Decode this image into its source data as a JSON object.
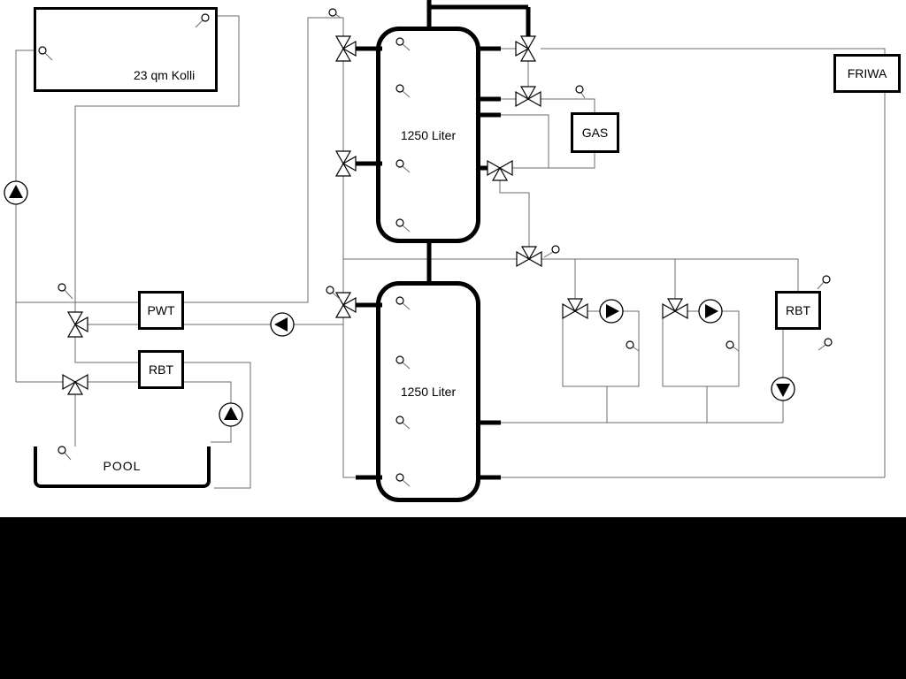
{
  "diagram": {
    "components": {
      "collector": {
        "label": "23 qm Kolli"
      },
      "buffer_tank_top": {
        "label": "1250 Liter"
      },
      "buffer_tank_bottom": {
        "label": "1250 Liter"
      },
      "pwt": {
        "label": "PWT"
      },
      "rbt_left": {
        "label": "RBT"
      },
      "rbt_right": {
        "label": "RBT"
      },
      "gas_boiler": {
        "label": "GAS"
      },
      "friwa": {
        "label": "FRIWA"
      },
      "pool": {
        "label": "POOL"
      }
    },
    "colors": {
      "pipe_thin": "#6b6b6b",
      "pipe_thick": "#000000",
      "background": "#ffffff",
      "letterbox": "#000000"
    }
  }
}
